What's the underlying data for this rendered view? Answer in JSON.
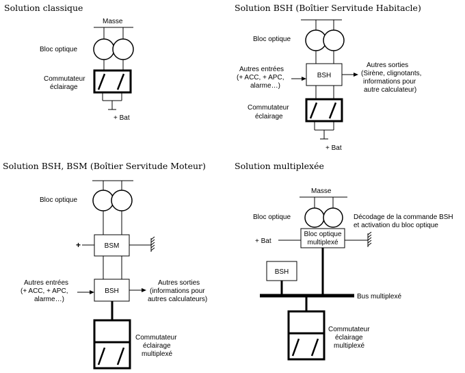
{
  "panels": {
    "classique": {
      "title": "Solution classique",
      "masse": "Masse",
      "bloc_optique": "Bloc optique",
      "commutateur_1": "Commutateur",
      "commutateur_2": "éclairage",
      "bat": "+ Bat"
    },
    "bsh": {
      "title": "Solution BSH (Boîtier Servitude Habitacle)",
      "bloc_optique": "Bloc optique",
      "inputs_1": "Autres entrées",
      "inputs_2": "(+ ACC, + APC,",
      "inputs_3": "alarme…)",
      "box": "BSH",
      "outputs_1": "Autres sorties",
      "outputs_2": "(Sirène, clignotants,",
      "outputs_3": "informations pour",
      "outputs_4": "autre calculateur)",
      "commutateur_1": "Commutateur",
      "commutateur_2": "éclairage",
      "bat": "+ Bat"
    },
    "bsm": {
      "title": "Solution BSH, BSM (Boîtier Servitude Moteur)",
      "bloc_optique": "Bloc optique",
      "plus": "+",
      "bsm_box": "BSM",
      "inputs_1": "Autres entrées",
      "inputs_2": "(+ ACC, + APC,",
      "inputs_3": "alarme…)",
      "bsh_box": "BSH",
      "outputs_1": "Autres sorties",
      "outputs_2": "(informations pour",
      "outputs_3": "autres calculateurs)",
      "commutateur_1": "Commutateur",
      "commutateur_2": "éclairage",
      "commutateur_3": "multiplexé"
    },
    "multiplexee": {
      "title": "Solution multiplexée",
      "masse": "Masse",
      "bloc_optique": "Bloc optique",
      "decodage_1": "Décodage de la commande BSH",
      "decodage_2": "et activation du bloc optique",
      "bat": "+ Bat",
      "bloc_multi_1": "Bloc optique",
      "bloc_multi_2": "multiplexé",
      "bsh_box": "BSH",
      "bus": "Bus multiplexé",
      "commutateur_1": "Commutateur",
      "commutateur_2": "éclairage",
      "commutateur_3": "multiplexé"
    }
  }
}
